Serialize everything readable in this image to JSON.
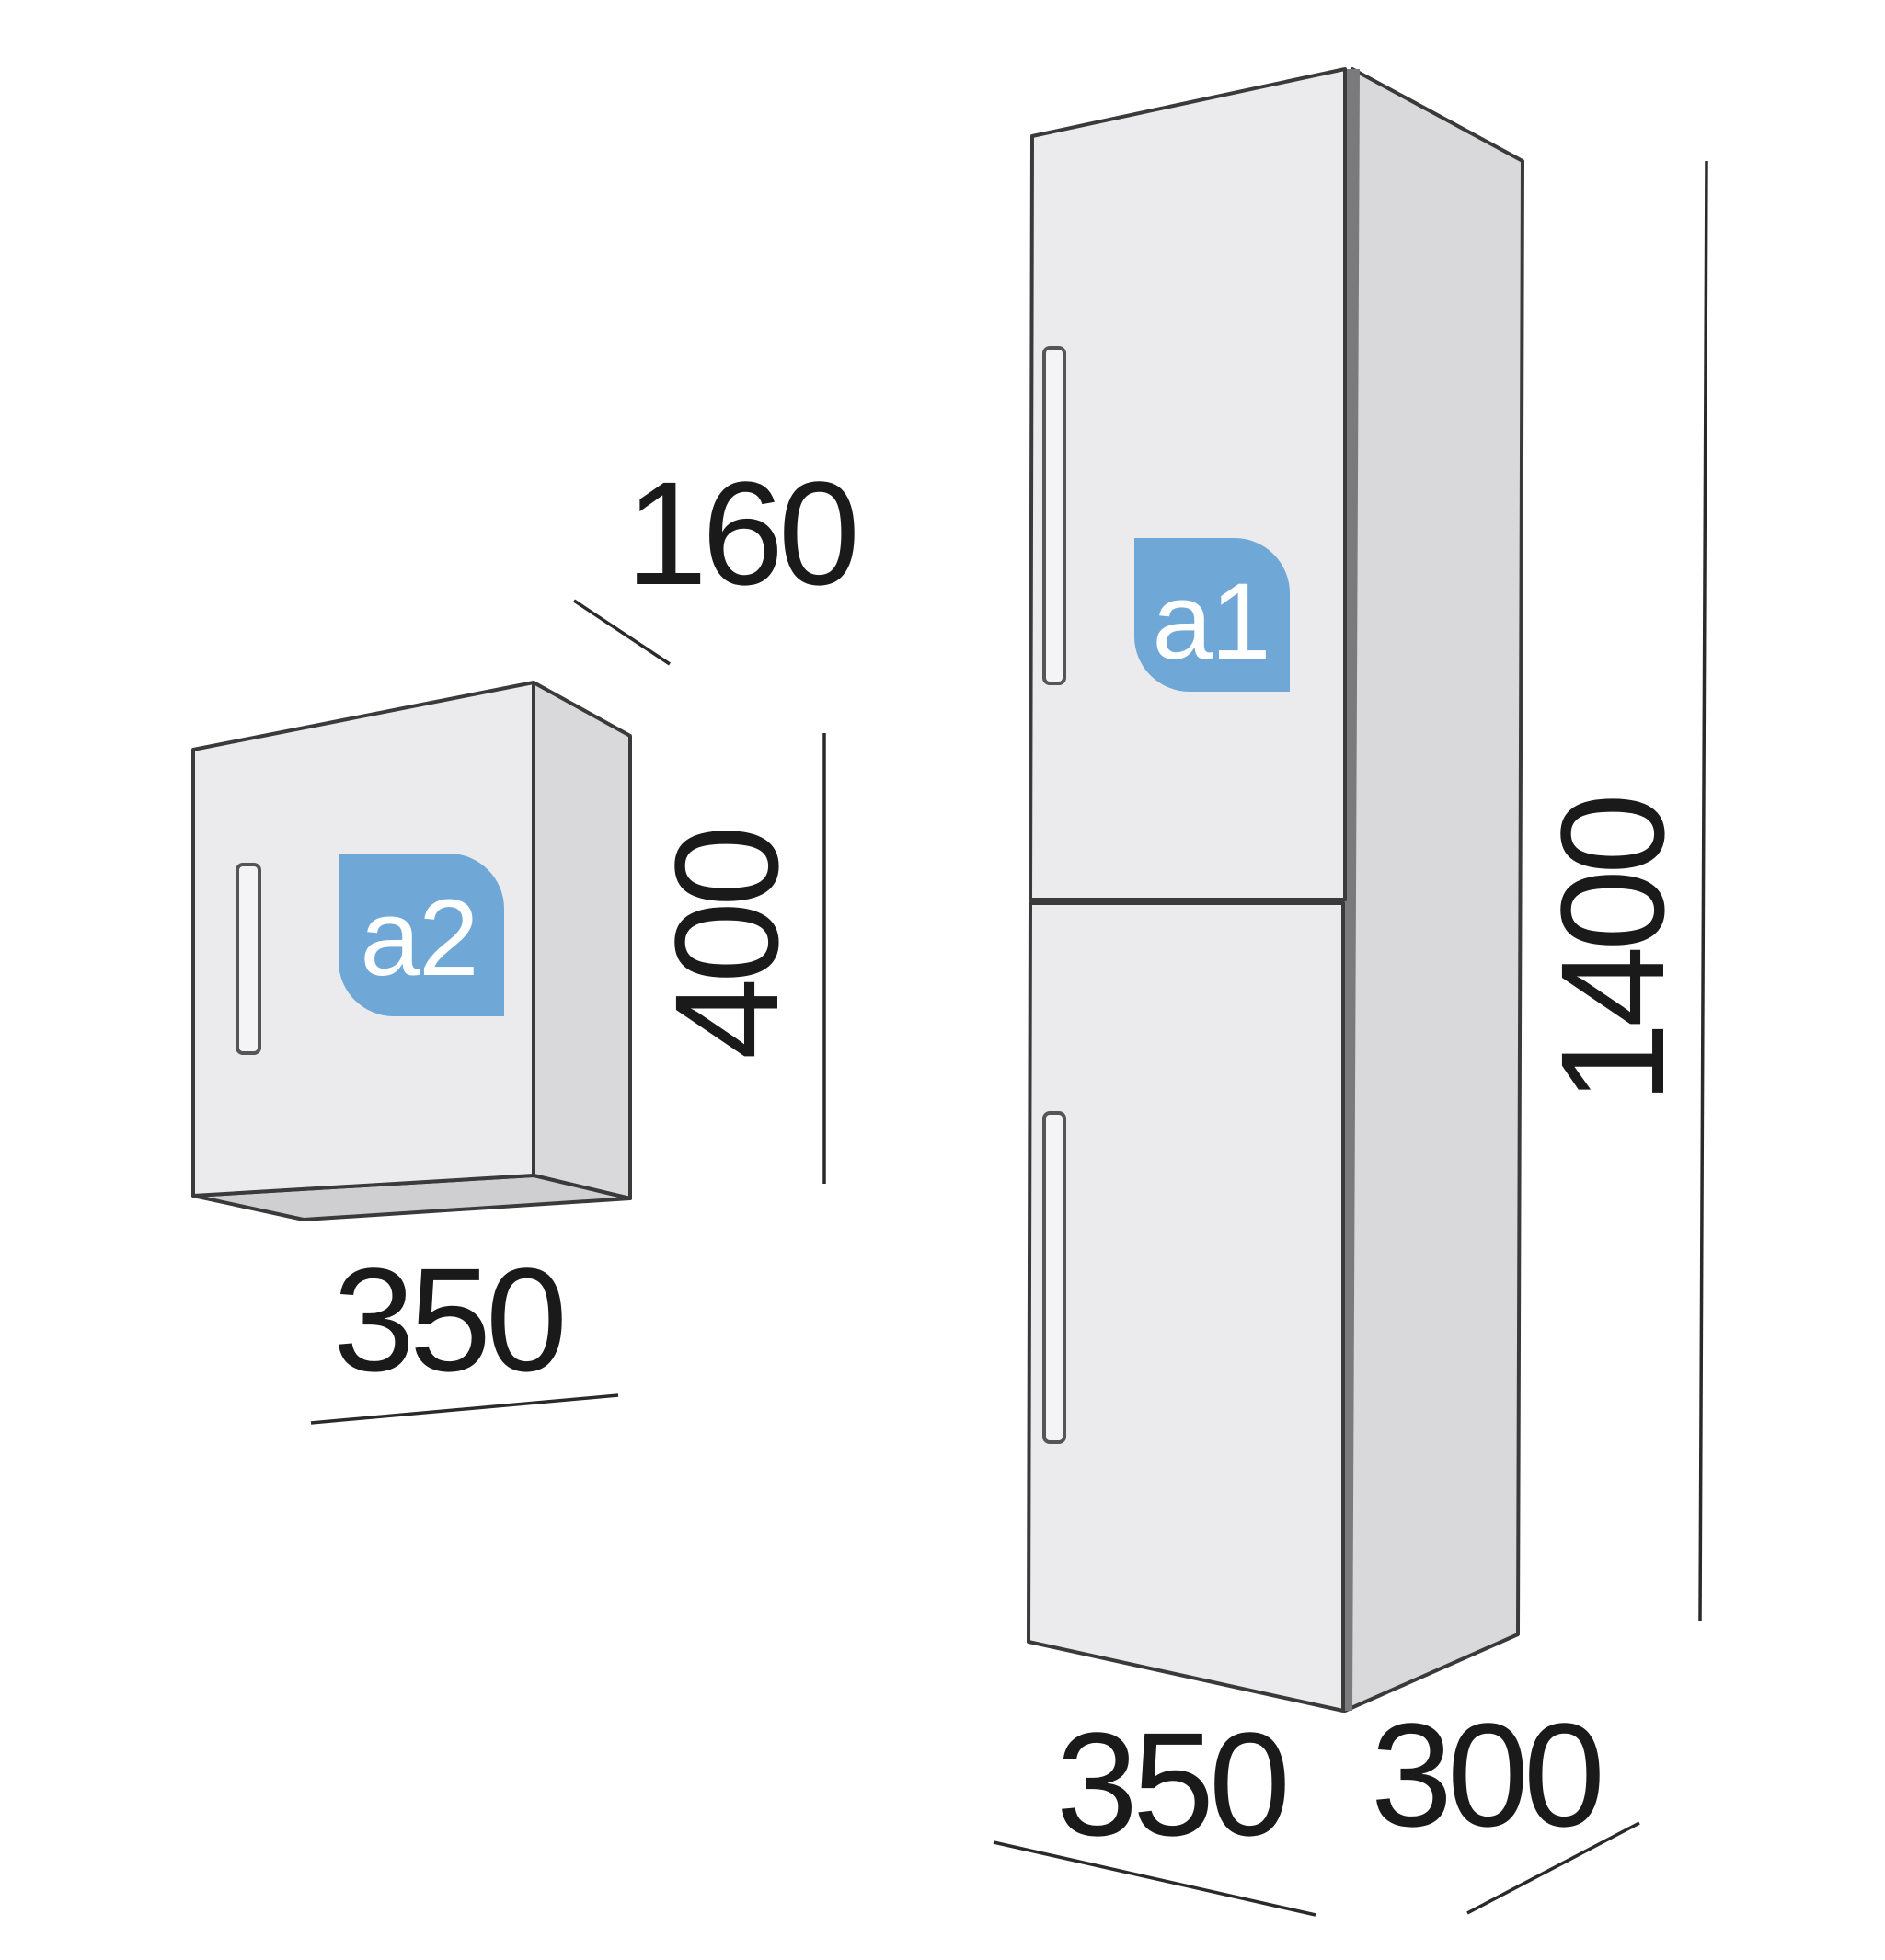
{
  "colors": {
    "door_face": "#ebebed",
    "side_panel": "#d9d9db",
    "outline": "#3a3a3a",
    "badge": "#6fa8d6",
    "badge_text": "#ffffff",
    "dimension_text": "#1a1a1a"
  },
  "small_cabinet": {
    "badge_label": "a2",
    "depth_label": "160",
    "height_label": "400",
    "width_label": "350"
  },
  "tall_cabinet": {
    "badge_label": "a1",
    "height_label": "1400",
    "width_label": "350",
    "depth_label": "300"
  }
}
